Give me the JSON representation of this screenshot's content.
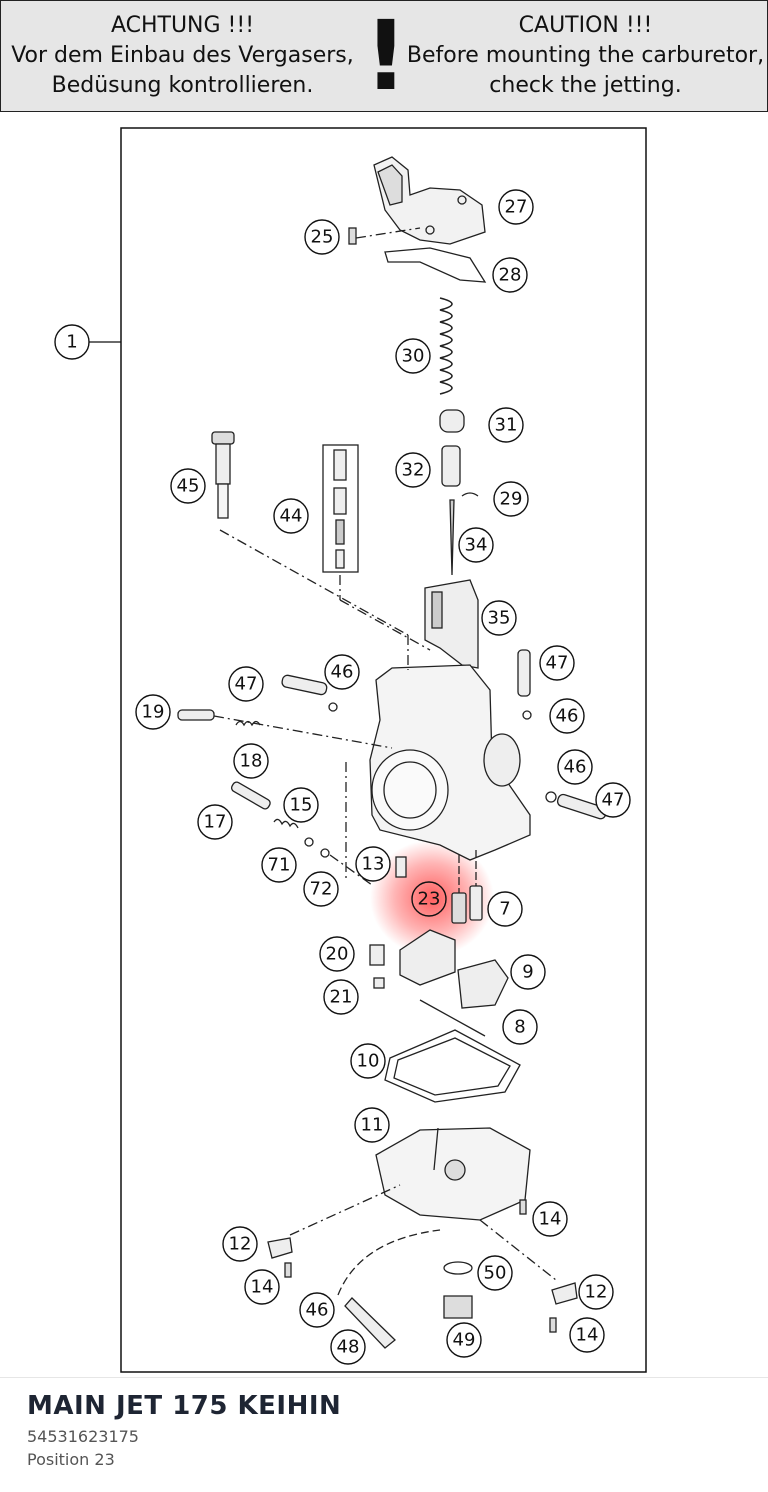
{
  "warning": {
    "de_title": "ACHTUNG !!!",
    "de_line1": "Vor dem Einbau des Vergasers,",
    "de_line2": "Bedüsung kontrollieren.",
    "exclaim": "!",
    "en_title": "CAUTION !!!",
    "en_line1": "Before mounting the carburetor,",
    "en_line2": "check the jetting."
  },
  "callouts": {
    "c1": "1",
    "c25": "25",
    "c27": "27",
    "c28": "28",
    "c30": "30",
    "c31": "31",
    "c32": "32",
    "c29": "29",
    "c34": "34",
    "c45": "45",
    "c44": "44",
    "c35": "35",
    "c47a": "47",
    "c46a": "46",
    "c47b": "47",
    "c46b": "46",
    "c19": "19",
    "c18": "18",
    "c46c": "46",
    "c47c": "47",
    "c17": "17",
    "c15": "15",
    "c71": "71",
    "c72": "72",
    "c13": "13",
    "c23": "23",
    "c7": "7",
    "c20": "20",
    "c9": "9",
    "c21": "21",
    "c8": "8",
    "c10": "10",
    "c11": "11",
    "c14a": "14",
    "c12a": "12",
    "c14b": "14",
    "c50": "50",
    "c12b": "12",
    "c46d": "46",
    "c48": "48",
    "c49": "49",
    "c14c": "14"
  },
  "highlight_color": "#ff2a2a",
  "part": {
    "title": "MAIN JET 175 KEIHIN",
    "number": "54531623175",
    "position": "Position 23"
  }
}
